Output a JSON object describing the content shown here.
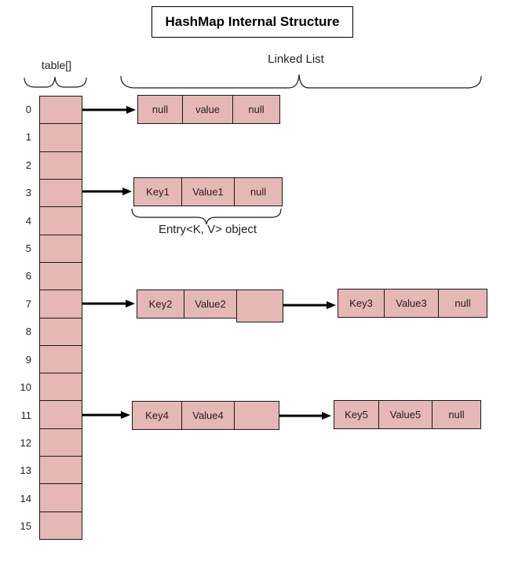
{
  "title": "HashMap Internal Structure",
  "labels": {
    "table_array": "table[]",
    "linked_list": "Linked List",
    "entry_object": "Entry<K, V> object"
  },
  "array_indices": [
    "0",
    "1",
    "2",
    "3",
    "4",
    "5",
    "6",
    "7",
    "8",
    "9",
    "10",
    "11",
    "12",
    "13",
    "14",
    "15"
  ],
  "nodes": {
    "bucket0": {
      "cells": [
        "null",
        "value",
        "null"
      ]
    },
    "bucket3": {
      "cells": [
        "Key1",
        "Value1",
        "null"
      ]
    },
    "bucket7_first": {
      "cells": [
        "Key2",
        "Value2",
        ""
      ]
    },
    "bucket7_second": {
      "cells": [
        "Key3",
        "Value3",
        "null"
      ]
    },
    "bucket11_first": {
      "cells": [
        "Key4",
        "Value4",
        ""
      ]
    },
    "bucket11_second": {
      "cells": [
        "Key5",
        "Value5",
        "null"
      ]
    }
  },
  "colors": {
    "cell_fill": "#e5b7b5",
    "border": "#1a1a1a",
    "background": "#ffffff",
    "text": "#222222"
  }
}
